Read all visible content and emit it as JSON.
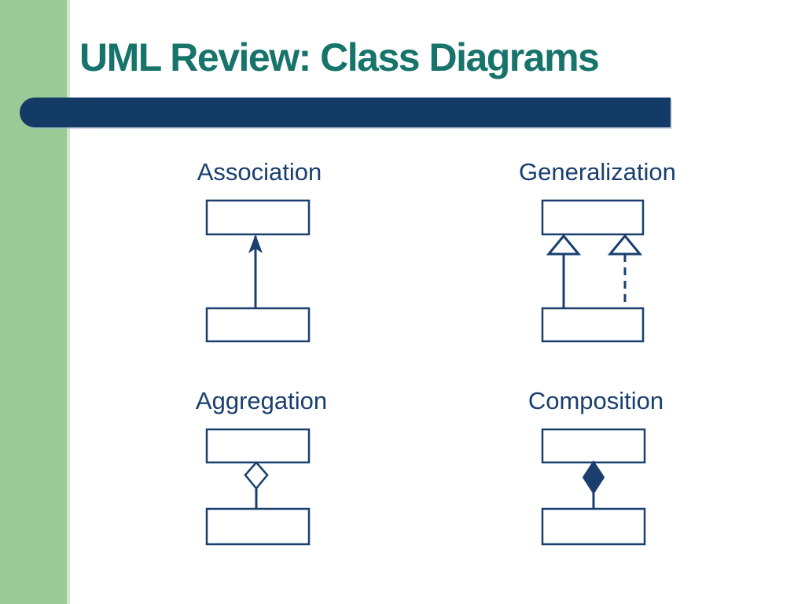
{
  "slide": {
    "title": "UML Review: Class Diagrams"
  },
  "diagrams": [
    {
      "label": "Association",
      "relationship": "association",
      "notation": "open-arrowhead solid line between two class boxes"
    },
    {
      "label": "Generalization",
      "relationship": "generalization",
      "notation": "hollow triangle arrowheads, one solid line and one dashed line, between two class boxes"
    },
    {
      "label": "Aggregation",
      "relationship": "aggregation",
      "notation": "hollow diamond on whole-end line between two class boxes"
    },
    {
      "label": "Composition",
      "relationship": "composition",
      "notation": "filled diamond on whole-end line between two class boxes"
    }
  ],
  "colors": {
    "background": "#FFFFFF",
    "sidebar-green": "#9ACA95",
    "sidebar-edge": "#CFE7CB",
    "bar-navy": "#143A66",
    "title-teal": "#17746A",
    "diagram-navy": "#1A3F6F"
  }
}
